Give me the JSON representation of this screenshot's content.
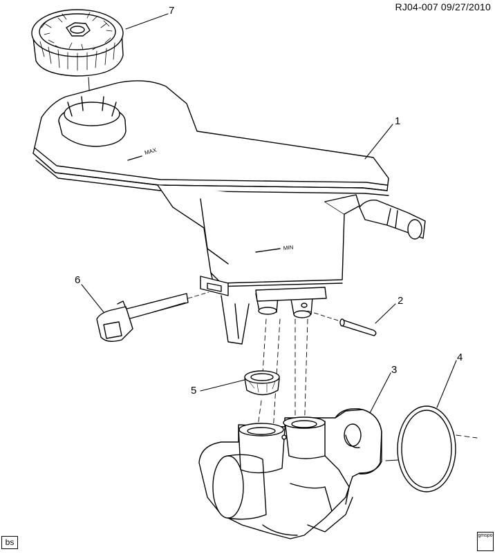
{
  "header": {
    "reference": "RJ04-007  09/27/2010"
  },
  "callouts": [
    "1",
    "2",
    "3",
    "4",
    "5",
    "6",
    "7"
  ],
  "reservoir": {
    "max_mark": "MAX",
    "min_mark": "MIN"
  },
  "footer": {
    "artist_tag": "bs",
    "logo_text": "gmspo"
  }
}
